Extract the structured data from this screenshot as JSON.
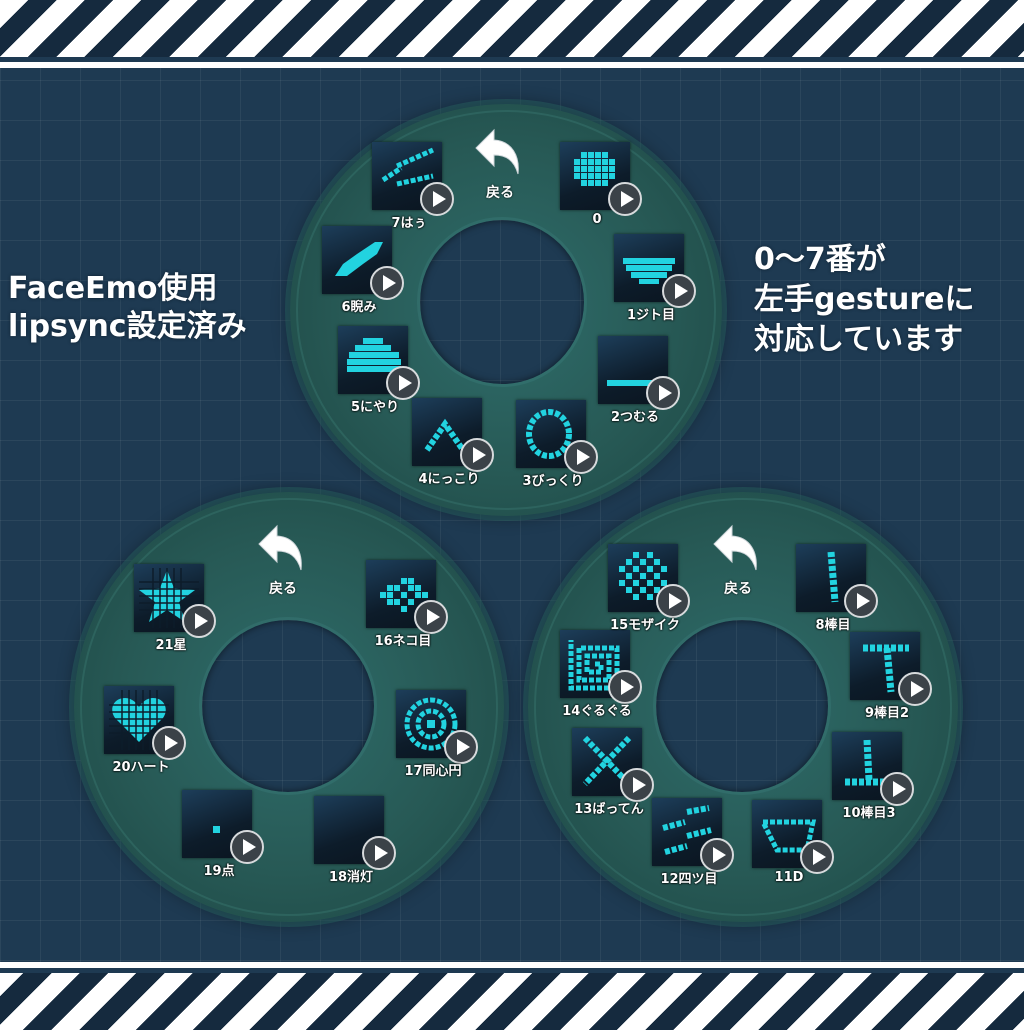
{
  "captions": {
    "left": [
      "FaceEmo使用",
      "lipsync設定済み"
    ],
    "right": [
      "0〜7番が",
      "左手gestureに",
      "対応しています"
    ]
  },
  "accent_color": "#22d3e0",
  "menus": [
    {
      "back_label": "戻る",
      "items": [
        {
          "label": "0",
          "icon": "cluster-icon"
        },
        {
          "label": "1ジト目",
          "icon": "half-eye-icon"
        },
        {
          "label": "2つむる",
          "icon": "closed-eye-icon"
        },
        {
          "label": "3びっくり",
          "icon": "ring-eye-icon"
        },
        {
          "label": "4にっこり",
          "icon": "smile-eye-icon"
        },
        {
          "label": "5にやり",
          "icon": "grin-eye-icon"
        },
        {
          "label": "6睨み",
          "icon": "glare-eye-icon"
        },
        {
          "label": "7はぅ",
          "icon": "squint-eye-icon"
        }
      ]
    },
    {
      "back_label": "戻る",
      "items": [
        {
          "label": "16ネコ目",
          "icon": "cat-eye-icon"
        },
        {
          "label": "17同心円",
          "icon": "concentric-icon"
        },
        {
          "label": "18消灯",
          "icon": "blank-icon"
        },
        {
          "label": "19点",
          "icon": "dot-icon"
        },
        {
          "label": "20ハート",
          "icon": "heart-icon"
        },
        {
          "label": "21星",
          "icon": "star-icon"
        }
      ]
    },
    {
      "back_label": "戻る",
      "items": [
        {
          "label": "8棒目",
          "icon": "bar-eye-icon"
        },
        {
          "label": "9棒目2",
          "icon": "t-bar-eye-icon"
        },
        {
          "label": "10棒目3",
          "icon": "l-bar-eye-icon"
        },
        {
          "label": "11D",
          "icon": "d-eye-icon"
        },
        {
          "label": "12四ツ目",
          "icon": "four-eye-icon"
        },
        {
          "label": "13ばってん",
          "icon": "cross-eye-icon"
        },
        {
          "label": "14ぐるぐる",
          "icon": "spiral-eye-icon"
        },
        {
          "label": "15モザイク",
          "icon": "mosaic-icon"
        }
      ]
    }
  ]
}
